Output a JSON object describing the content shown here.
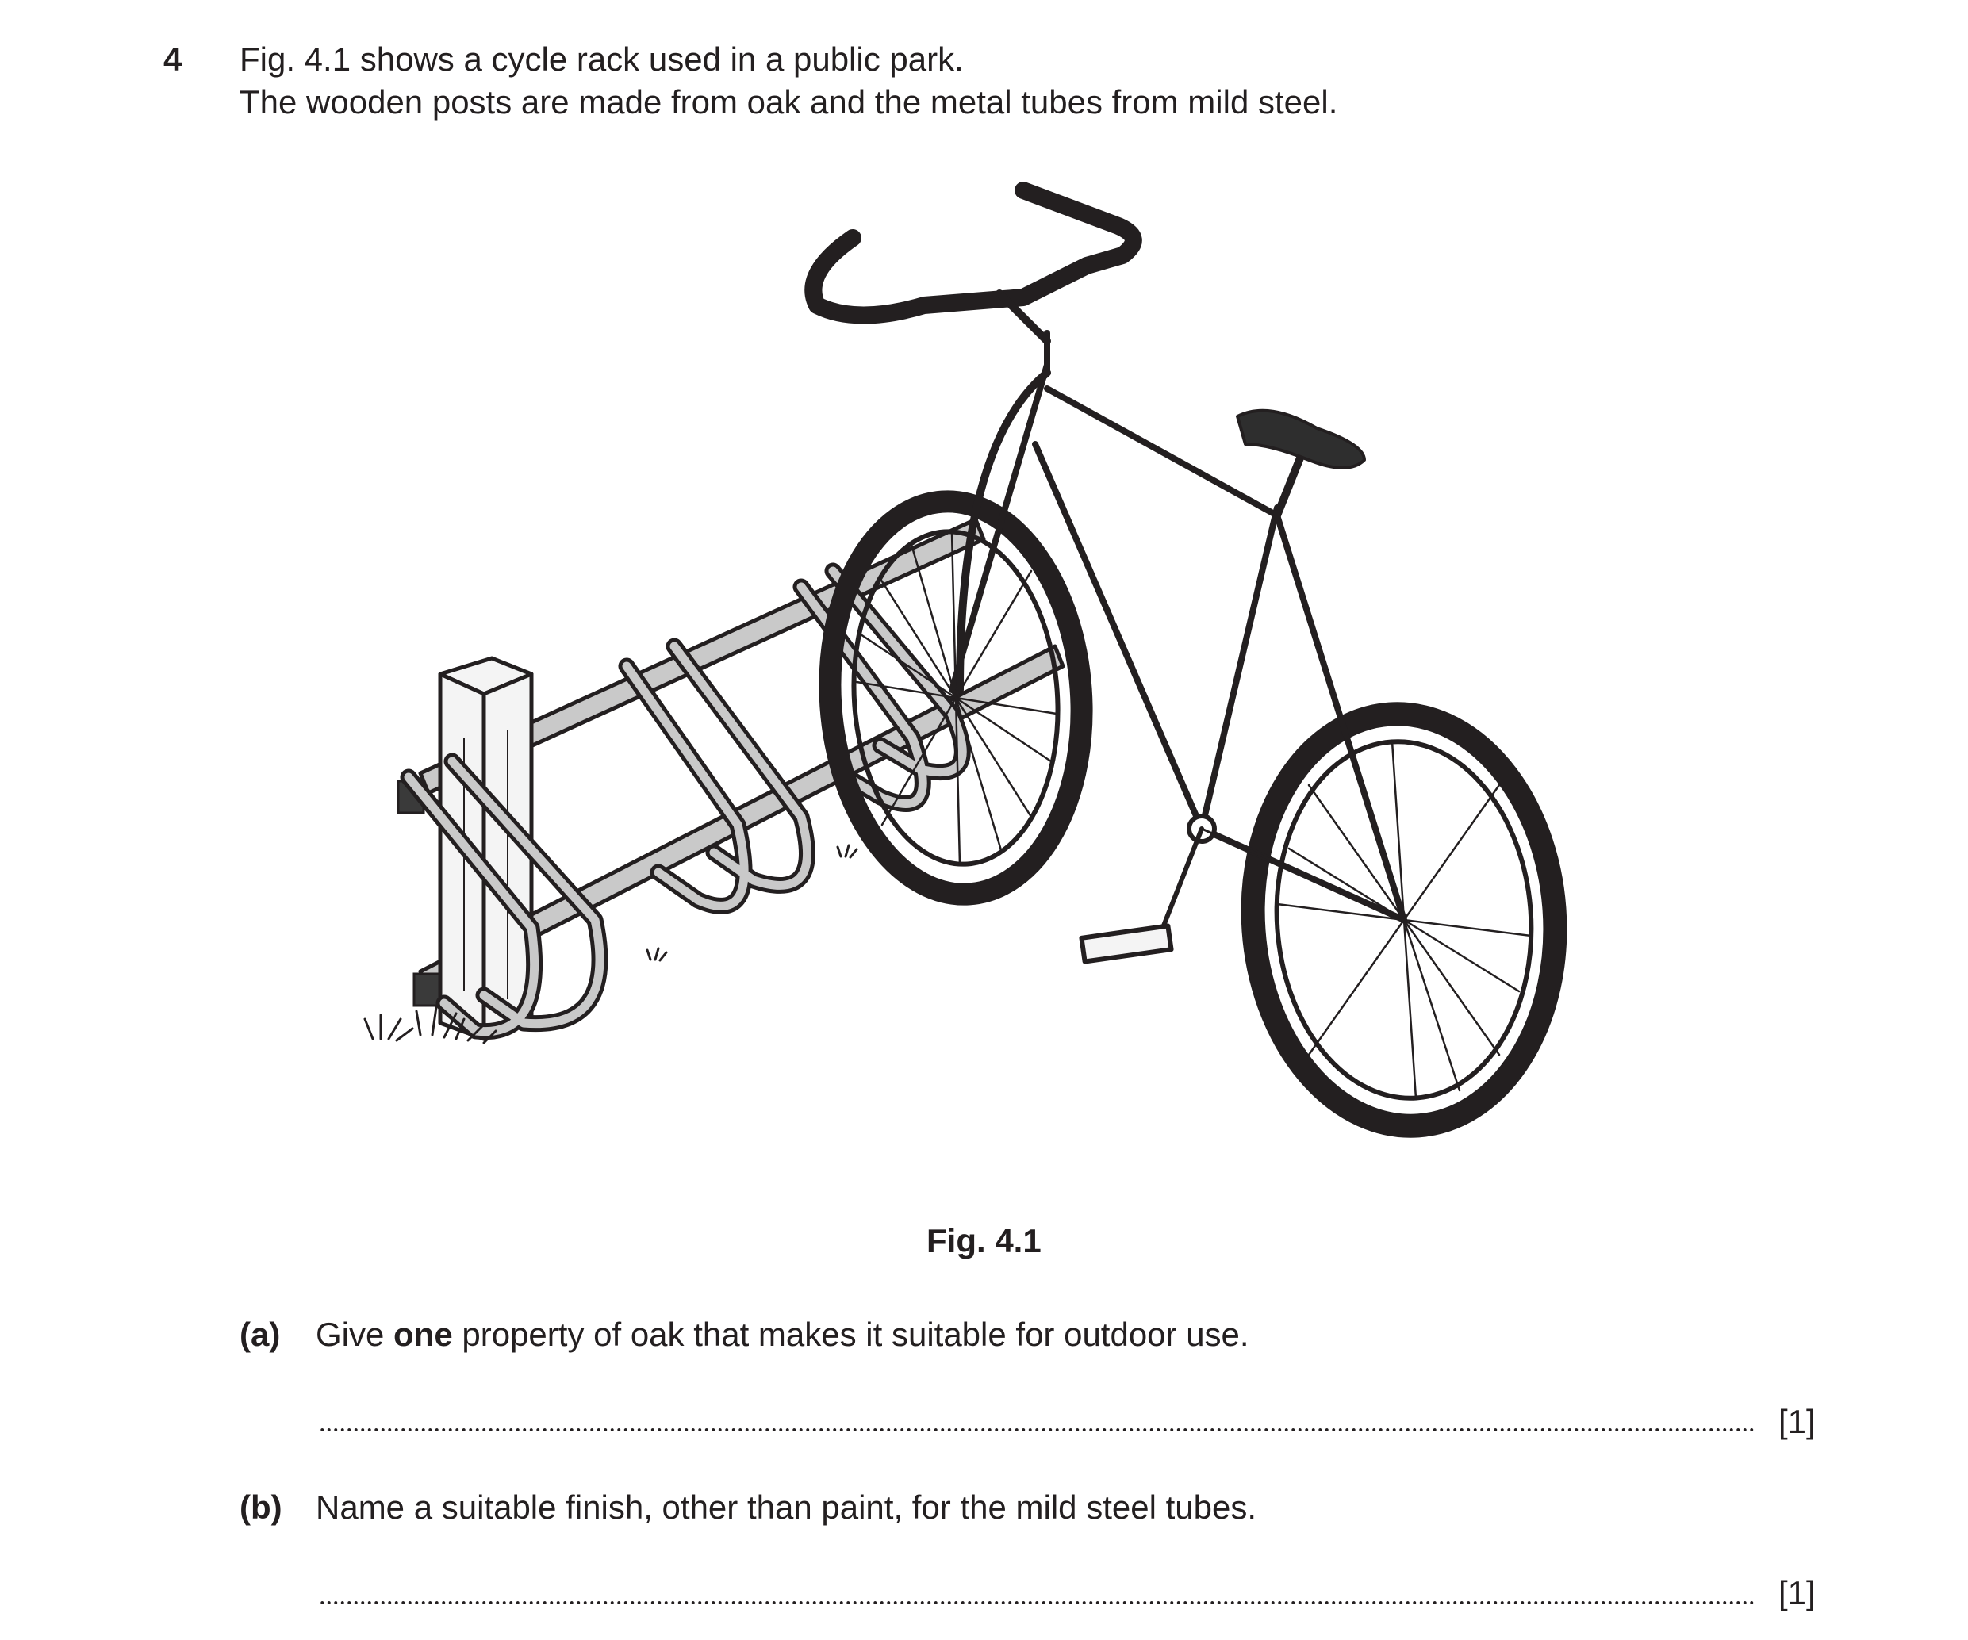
{
  "question": {
    "number": "4",
    "intro_line1": "Fig. 4.1 shows a cycle rack used in a public park.",
    "intro_line2": "The wooden posts are made from oak and the metal tubes from mild steel."
  },
  "figure": {
    "caption": "Fig. 4.1"
  },
  "parts": [
    {
      "label": "(a)",
      "text_before": "Give ",
      "text_bold": "one",
      "text_after": " property of oak that makes it suitable for outdoor use.",
      "marks": "[1]"
    },
    {
      "label": "(b)",
      "text": "Name a suitable finish, other than paint, for the mild steel tubes.",
      "marks": "[1]"
    }
  ]
}
